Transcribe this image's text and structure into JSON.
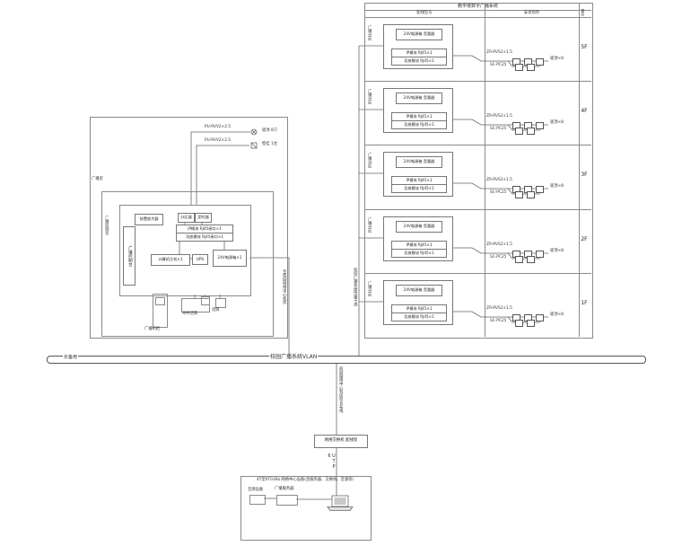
{
  "bus": {
    "left_label": "长备用",
    "center_label": "校园广播系统VLAN"
  },
  "left_panel": {
    "area_label": "广播室",
    "room_label": "广播控制室",
    "console_label": "广播控制台",
    "cable_top_1": "PU-RVV2×2.5",
    "cable_top_2": "PU-RVV2×2.5",
    "speaker_top_1": "吸顶 8只",
    "speaker_top_2": "壁挂 1台",
    "preamp": "前置放大器",
    "zoner": "分区器",
    "timer": "定时器",
    "ip_module": "IP模块 RJ45接口×1",
    "amp_module": "功放模块 RJ45接口×1",
    "pc": "计算机主机×1",
    "ups": "UPS",
    "psu": "24V电源箱×1",
    "rack_label": "广播机柜",
    "paging_label": "寻呼话筒",
    "mic_label": "话筒",
    "to_bus_label": "至校园网络中心机房"
  },
  "right_table": {
    "title": "教学楼数字广播系统",
    "col_cable": "配线型号",
    "col_place": "安装场所",
    "col_floor": "楼层",
    "trunk_label": "校园广播系统传输干线",
    "sections": [
      {
        "zone": "广播分区",
        "psu": "24V电源箱 音量器",
        "ip": "IP模块 RJ45×1",
        "amp": "功放模块 RJ45×1",
        "cable": "ZR-RVS2×1.5",
        "conduit": "SC-PC25",
        "speakers": "吸顶×8",
        "floor": "5F"
      },
      {
        "zone": "广播分区",
        "psu": "24V电源箱 音量器",
        "ip": "IP模块 RJ45×1",
        "amp": "功放模块 RJ45×1",
        "cable": "ZR-RVS2×1.5",
        "conduit": "SC-PC25",
        "speakers": "吸顶×8",
        "floor": "4F"
      },
      {
        "zone": "广播分区",
        "psu": "24V电源箱 音量器",
        "ip": "IP模块 RJ45×1",
        "amp": "功放模块 RJ45×1",
        "cable": "ZR-RVS2×1.5",
        "conduit": "SC-PC25",
        "speakers": "吸顶×8",
        "floor": "3F"
      },
      {
        "zone": "广播分区",
        "psu": "24V电源箱 音量器",
        "ip": "IP模块 RJ45×1",
        "amp": "功放模块 RJ45×1",
        "cable": "ZR-RVS2×1.5",
        "conduit": "SC-PC25",
        "speakers": "吸顶×8",
        "floor": "2F"
      },
      {
        "zone": "广播分区",
        "psu": "24V电源箱 音量器",
        "ip": "IP模块 RJ45×1",
        "amp": "功放模块 RJ45×1",
        "cable": "ZR-RVS2×1.5",
        "conduit": "SC-PC25",
        "speakers": "吸顶×8",
        "floor": "1F"
      }
    ]
  },
  "riser": {
    "backbone_label": "校园网络中心机房综合布线",
    "switch_label": "网络交换机 配线架",
    "utp_label": "UTP 6"
  },
  "bottom_box": {
    "title": "XT型XT036b 网络中心设备(含服务器、交换机、音源等)",
    "source_label": "音源设备",
    "server_label": "广播服务器"
  }
}
